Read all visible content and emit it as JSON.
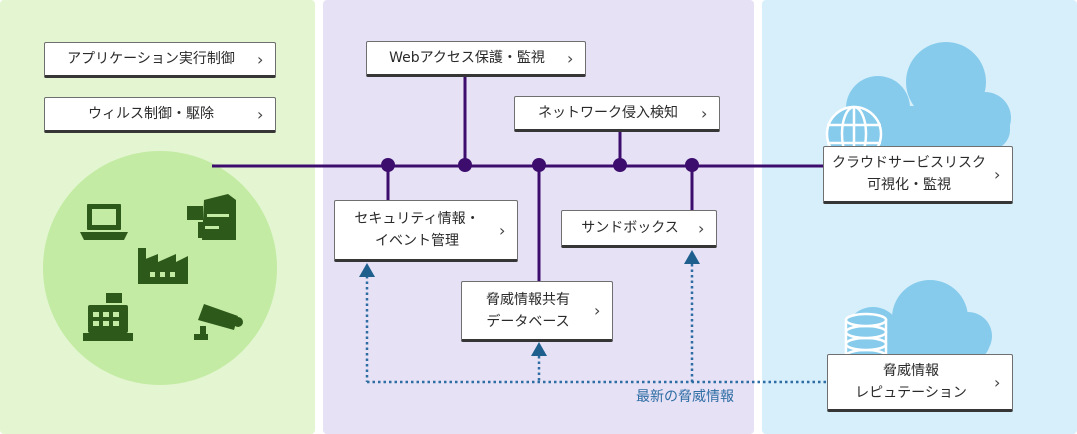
{
  "colors": {
    "left_panel_bg": "#e3f6d1",
    "middle_panel_bg": "#e6e1f5",
    "right_panel_bg": "#d7effb",
    "bus_line": "#3d0d6e",
    "device_icons": "#2d5a1b",
    "endpoint_circle": "#c3eba3",
    "cloud": "#86cbec",
    "threat_feed": "#2e6da4"
  },
  "icons": {
    "endpoints": [
      "laptop-icon",
      "printer-icon",
      "factory-icon",
      "cash-register-icon",
      "security-camera-icon"
    ],
    "cloud": [
      "cloud-icon",
      "globe-icon",
      "database-icon"
    ],
    "chevron": "chevron-right-icon"
  },
  "boxes": {
    "app_control": "アプリケーション実行制御",
    "virus_control": "ウィルス制御・駆除",
    "web_access": "Webアクセス保護・監視",
    "network_ips": "ネットワーク侵入検知",
    "siem": [
      "セキュリティ情報・",
      "イベント管理"
    ],
    "sandbox": "サンドボックス",
    "threat_db": [
      "脅威情報共有",
      "データベース"
    ],
    "cloud_risk": [
      "クラウドサービスリスク",
      "可視化・監視"
    ],
    "reputation": [
      "脅威情報",
      "レピュテーション"
    ]
  },
  "chevron_glyph": "›",
  "caption_latest": "最新の脅威情報"
}
